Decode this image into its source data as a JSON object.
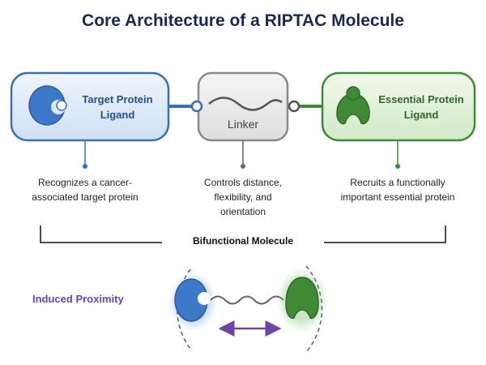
{
  "title": "Core Architecture of a RIPTAC Molecule",
  "components": {
    "target": {
      "label_lines": [
        "Target Protein",
        "Ligand"
      ],
      "desc_lines": [
        "Recognizes a cancer-",
        "associated target protein"
      ]
    },
    "linker": {
      "label": "Linker",
      "desc_lines": [
        "Controls distance,",
        "flexibility, and",
        "orientation"
      ]
    },
    "essential": {
      "label_lines": [
        "Essential Protein",
        "Ligand"
      ],
      "desc_lines": [
        "Recruits a functionally",
        "important essential protein"
      ]
    }
  },
  "bracket_label": "Bifunctional Molecule",
  "proximity_label": "Induced Proximity",
  "colors": {
    "blue": "#3a6fb5",
    "blue_fill": "#dbe8f7",
    "green": "#3f8a35",
    "green_fill": "#dff0d8",
    "gray": "#8a8a8a",
    "gray_fill": "#ececec",
    "purple": "#6b45a8",
    "title": "#1b2a4a"
  }
}
